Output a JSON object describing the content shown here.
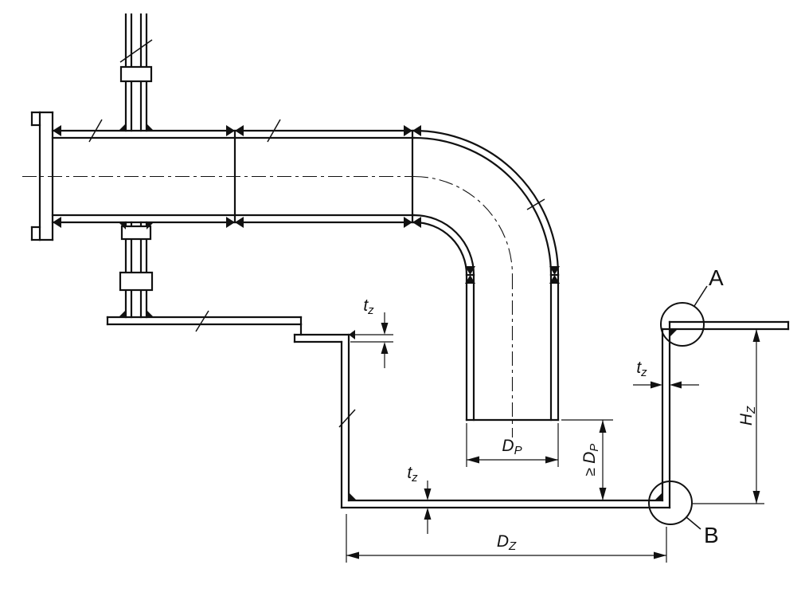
{
  "page": {
    "background": "#ffffff",
    "line_color": "#111111"
  },
  "figure": {
    "labels": {
      "detail_a": "A",
      "detail_b": "B",
      "thickness": {
        "base": "t",
        "sub": "z"
      },
      "pipe_diameter": {
        "base": "D",
        "sub": "P"
      },
      "min_clearance": {
        "ge": "≥",
        "base": "D",
        "sub": "P"
      },
      "trench_width": {
        "base": "D",
        "sub": "Z"
      },
      "trench_height": {
        "base": "H",
        "sub": "Z"
      }
    }
  }
}
